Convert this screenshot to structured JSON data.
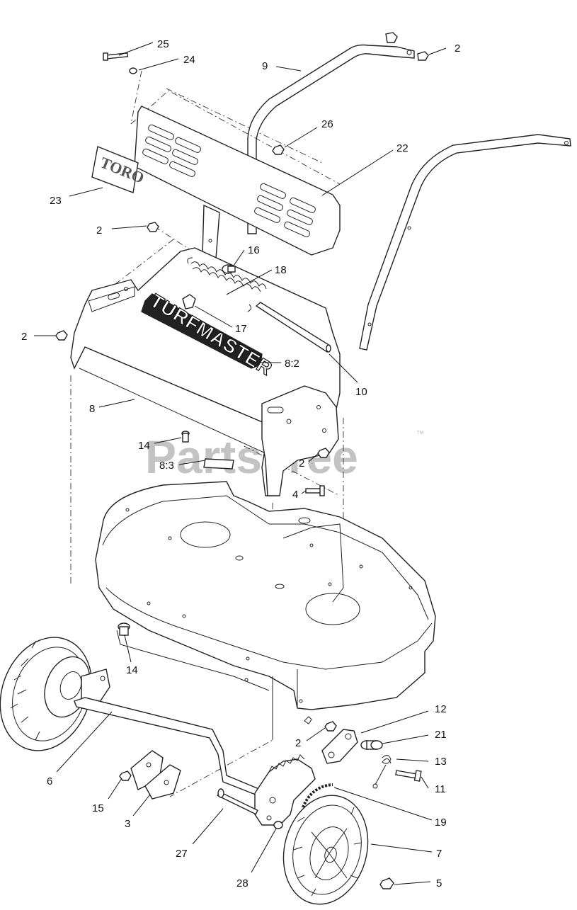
{
  "watermark": {
    "text": "PartsTree",
    "trademark": "™"
  },
  "logos": {
    "toro": "TORO",
    "turfmaster": "TURFMASTER"
  },
  "callouts": {
    "c25": "25",
    "c24": "24",
    "c9": "9",
    "c2_top": "2",
    "c26": "26",
    "c22": "22",
    "c23": "23",
    "c2_upper_left": "2",
    "c16": "16",
    "c18": "18",
    "c2_left": "2",
    "c17": "17",
    "c8_2": "8:2",
    "c10": "10",
    "c8": "8",
    "c14_upper": "14",
    "c8_3": "8:3",
    "c2_mid": "2",
    "c4": "4",
    "c14_lower": "14",
    "c12": "12",
    "c2_lower": "2",
    "c21": "21",
    "c13": "13",
    "c6": "6",
    "c11": "11",
    "c15": "15",
    "c3": "3",
    "c19": "19",
    "c27": "27",
    "c7": "7",
    "c28": "28",
    "c5": "5"
  }
}
